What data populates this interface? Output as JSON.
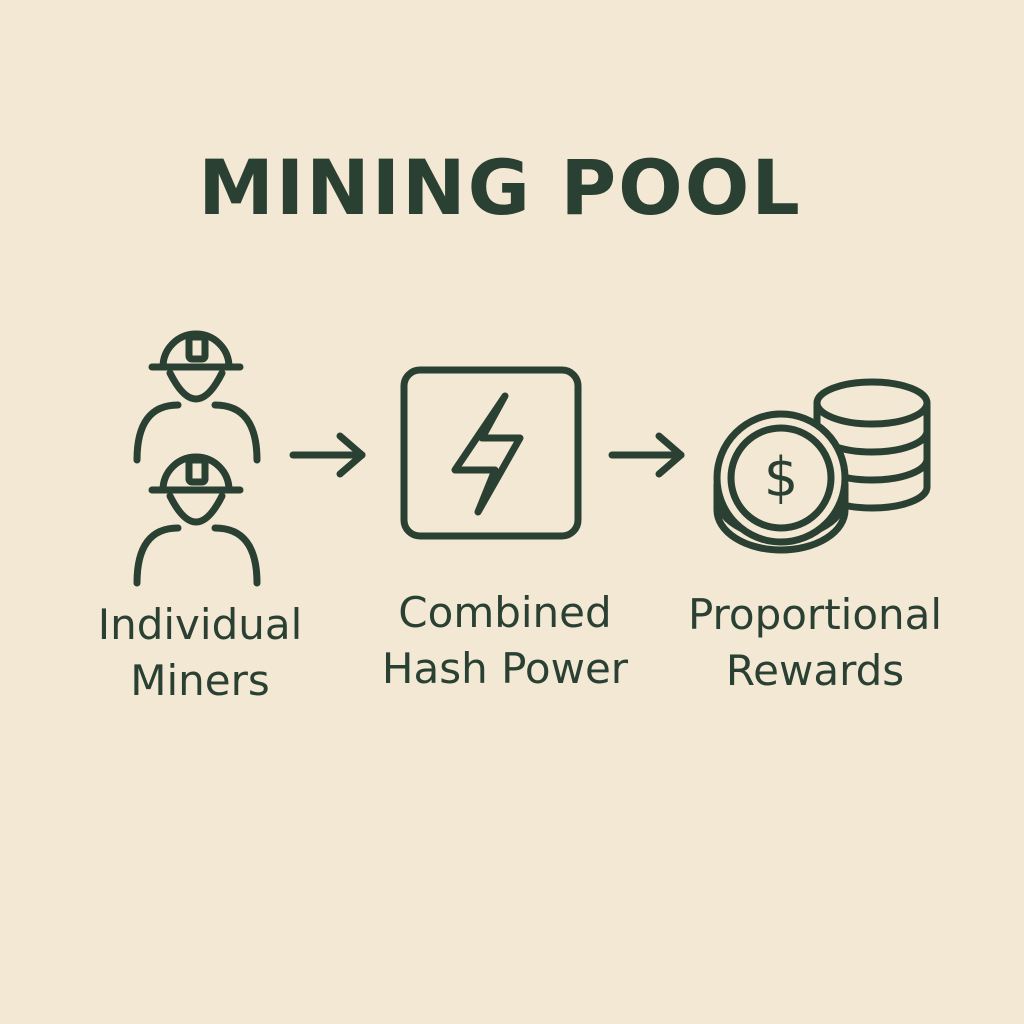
{
  "title": "MINING POOL",
  "steps": [
    {
      "line1": "Individual",
      "line2": "Miners",
      "icon": "miner-icon"
    },
    {
      "line1": "Combined",
      "line2": "Hash Power",
      "icon": "lightning-bolt-icon"
    },
    {
      "line1": "Proportional",
      "line2": "Rewards",
      "icon": "coins-icon"
    }
  ],
  "connector_icon": "arrow-right-icon",
  "coin_symbol": "$",
  "colors": {
    "background": "#f3e8d4",
    "ink": "#2a4032"
  }
}
